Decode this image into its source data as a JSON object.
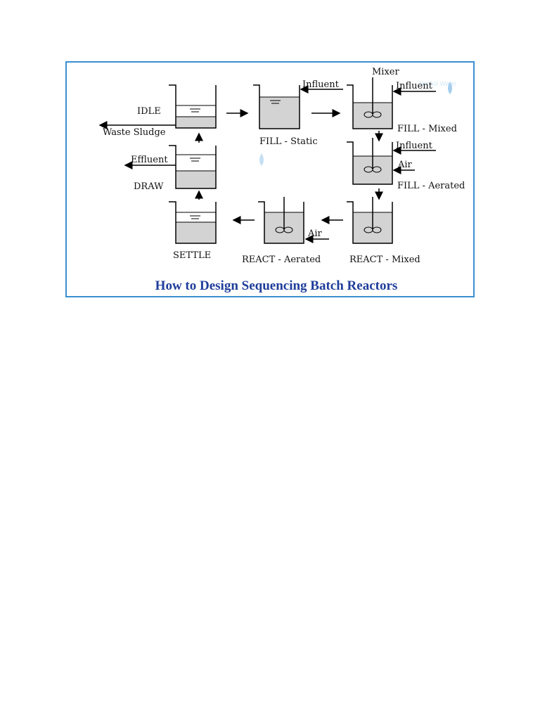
{
  "labels": {
    "idle": "IDLE",
    "waste_sludge": "Waste Sludge",
    "fill_static": "FILL - Static",
    "influent_1": "Influent",
    "mixer": "Mixer",
    "influent_2": "Influent",
    "fill_mixed": "FILL - Mixed",
    "influent_3": "Influent",
    "air_1": "Air",
    "fill_aerated": "FILL - Aerated",
    "effluent": "Effluent",
    "draw": "DRAW",
    "settle": "SETTLE",
    "react_aerated": "REACT - Aerated",
    "air_2": "Air",
    "react_mixed": "REACT - Mixed"
  },
  "watermark": "NetSol Water",
  "title": "How to Design Sequencing Batch Reactors",
  "colors": {
    "frame": "#3a8fd0",
    "title": "#1f3d9a",
    "liquid": "#d3d3d3"
  }
}
